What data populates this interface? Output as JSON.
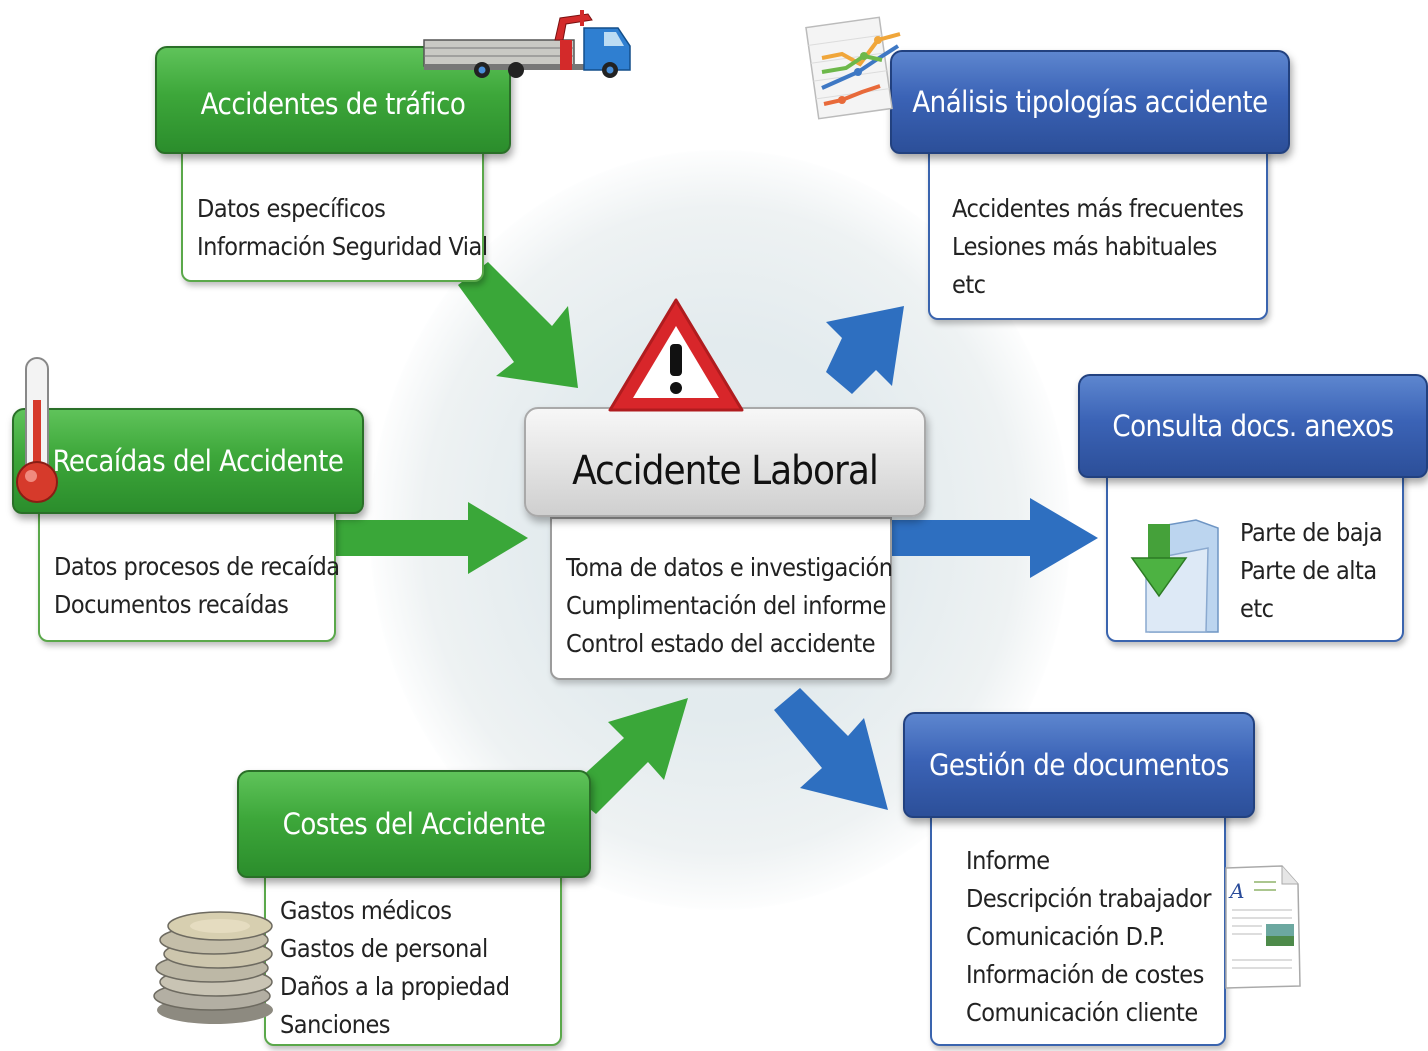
{
  "center": {
    "title": "Accidente Laboral",
    "items": [
      "Toma de datos e investigación",
      "Cumplimentación del informe",
      "Control estado del accidente"
    ]
  },
  "trafico": {
    "title": "Accidentes de tráfico",
    "items": [
      "Datos específicos",
      "Información Seguridad Vial"
    ]
  },
  "recaidas": {
    "title": "Recaídas del Accidente",
    "items": [
      "Datos procesos de recaída",
      "Documentos recaídas"
    ]
  },
  "costes": {
    "title": "Costes del Accidente",
    "items": [
      "Gastos médicos",
      "Gastos de personal",
      "Daños a la propiedad",
      "Sanciones"
    ]
  },
  "analisis": {
    "title": "Análisis tipologías accidente",
    "items": [
      "Accidentes más frecuentes",
      "Lesiones más habituales",
      "etc"
    ]
  },
  "consulta": {
    "title": "Consulta docs. anexos",
    "items": [
      "Parte de baja",
      "Parte de alta",
      "etc"
    ]
  },
  "gestion": {
    "title": "Gestión de documentos",
    "items": [
      "Informe",
      "Descripción trabajador",
      "Comunicación D.P.",
      "Información de costes",
      "Comunicación cliente"
    ]
  },
  "colors": {
    "green": "#3da73a",
    "blue": "#2e6fc0",
    "warning_red": "#d8262a"
  },
  "icons": [
    "truck-icon",
    "chart-icon",
    "thermometer-icon",
    "warning-icon",
    "download-folder-icon",
    "coins-icon",
    "document-icon"
  ]
}
